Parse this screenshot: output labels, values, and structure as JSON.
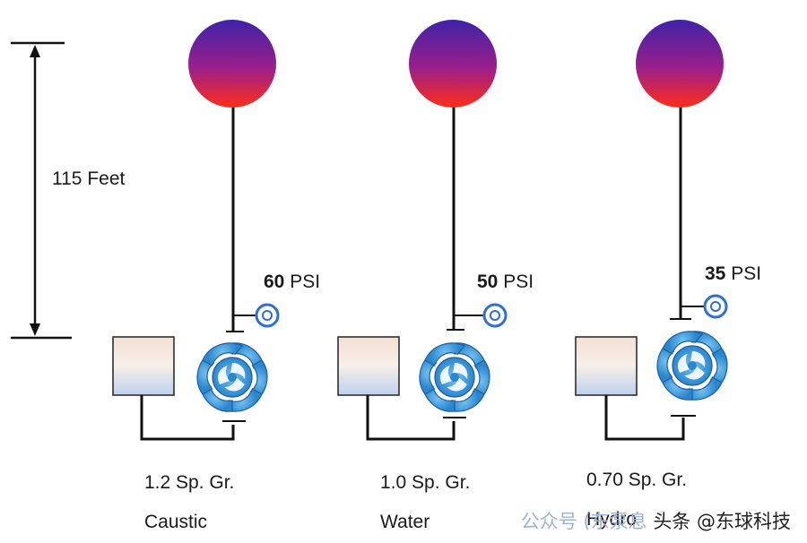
{
  "height_label": "115 Feet",
  "colors": {
    "line": "#111111",
    "pressure_gauge": "#2f6fd0",
    "pump": "#2f8fd4",
    "sphere_top": "#4b1ea8",
    "sphere_bottom": "#ff2a1a",
    "tank_top": "#f3ddd2",
    "tank_bottom": "#c9d6ee"
  },
  "columns": [
    {
      "pressure_value": "60",
      "pressure_unit": "PSI",
      "gravity": "1.2 Sp. Gr.",
      "fluid": "Caustic"
    },
    {
      "pressure_value": "50",
      "pressure_unit": "PSI",
      "gravity": "1.0 Sp. Gr.",
      "fluid": "Water"
    },
    {
      "pressure_value": "35",
      "pressure_unit": "PSI",
      "gravity": "0.70 Sp. Gr.",
      "fluid": "Hydro"
    }
  ],
  "watermark": {
    "left": "公众号",
    "faint": "(东泵息",
    "middle": "头条",
    "right": "@东球科技"
  }
}
